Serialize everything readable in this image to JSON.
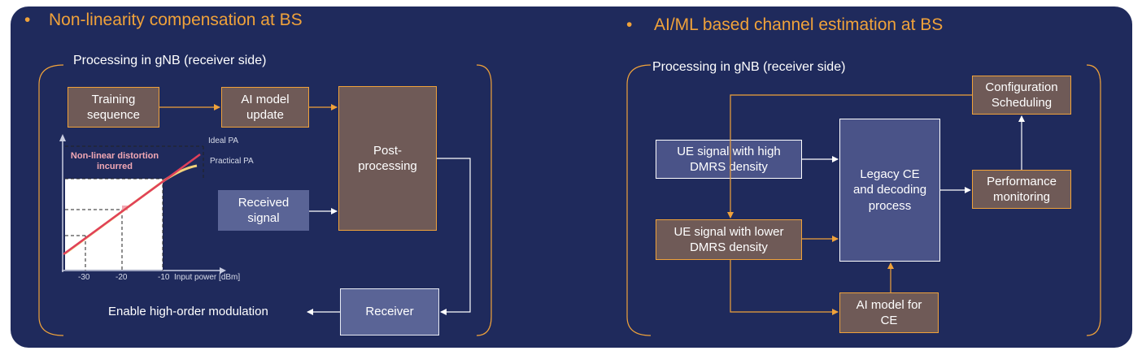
{
  "left": {
    "title": "Non-linearity compensation at BS",
    "subtitle": "Processing in gNB (receiver side)",
    "boxes": {
      "training": "Training\nsequence",
      "ai_update": "AI model\nupdate",
      "post": "Post-\nprocessing",
      "received": "Received\nsignal",
      "receiver": "Receiver"
    },
    "enable_text": "Enable high-order modulation",
    "pa_plot": {
      "distortion_label": "Non-linear distortion\nincurred",
      "ideal_label": "Ideal PA",
      "practical_label": "Practical PA",
      "x_ticks": [
        "-30",
        "-20",
        "-10"
      ],
      "x_label": "Input power [dBm]"
    }
  },
  "right": {
    "title": "AI/ML based channel estimation at BS",
    "subtitle": "Processing in gNB (receiver side)",
    "boxes": {
      "config": "Configuration\nScheduling",
      "ue_high": "UE signal with high\nDMRS density",
      "legacy": "Legacy CE\nand decoding\nprocess",
      "perf": "Performance\nmonitoring",
      "ue_low": "UE signal with lower\nDMRS density",
      "ai_ce": "AI model for\nCE"
    }
  },
  "colors": {
    "panel_bg": "#1f2a5c",
    "accent_orange": "#f0a23a",
    "brown_box": "#6f5a57",
    "slate_box": "#5a6496",
    "ideal_line": "#e0405a",
    "practical_line": "#f2d27a"
  }
}
